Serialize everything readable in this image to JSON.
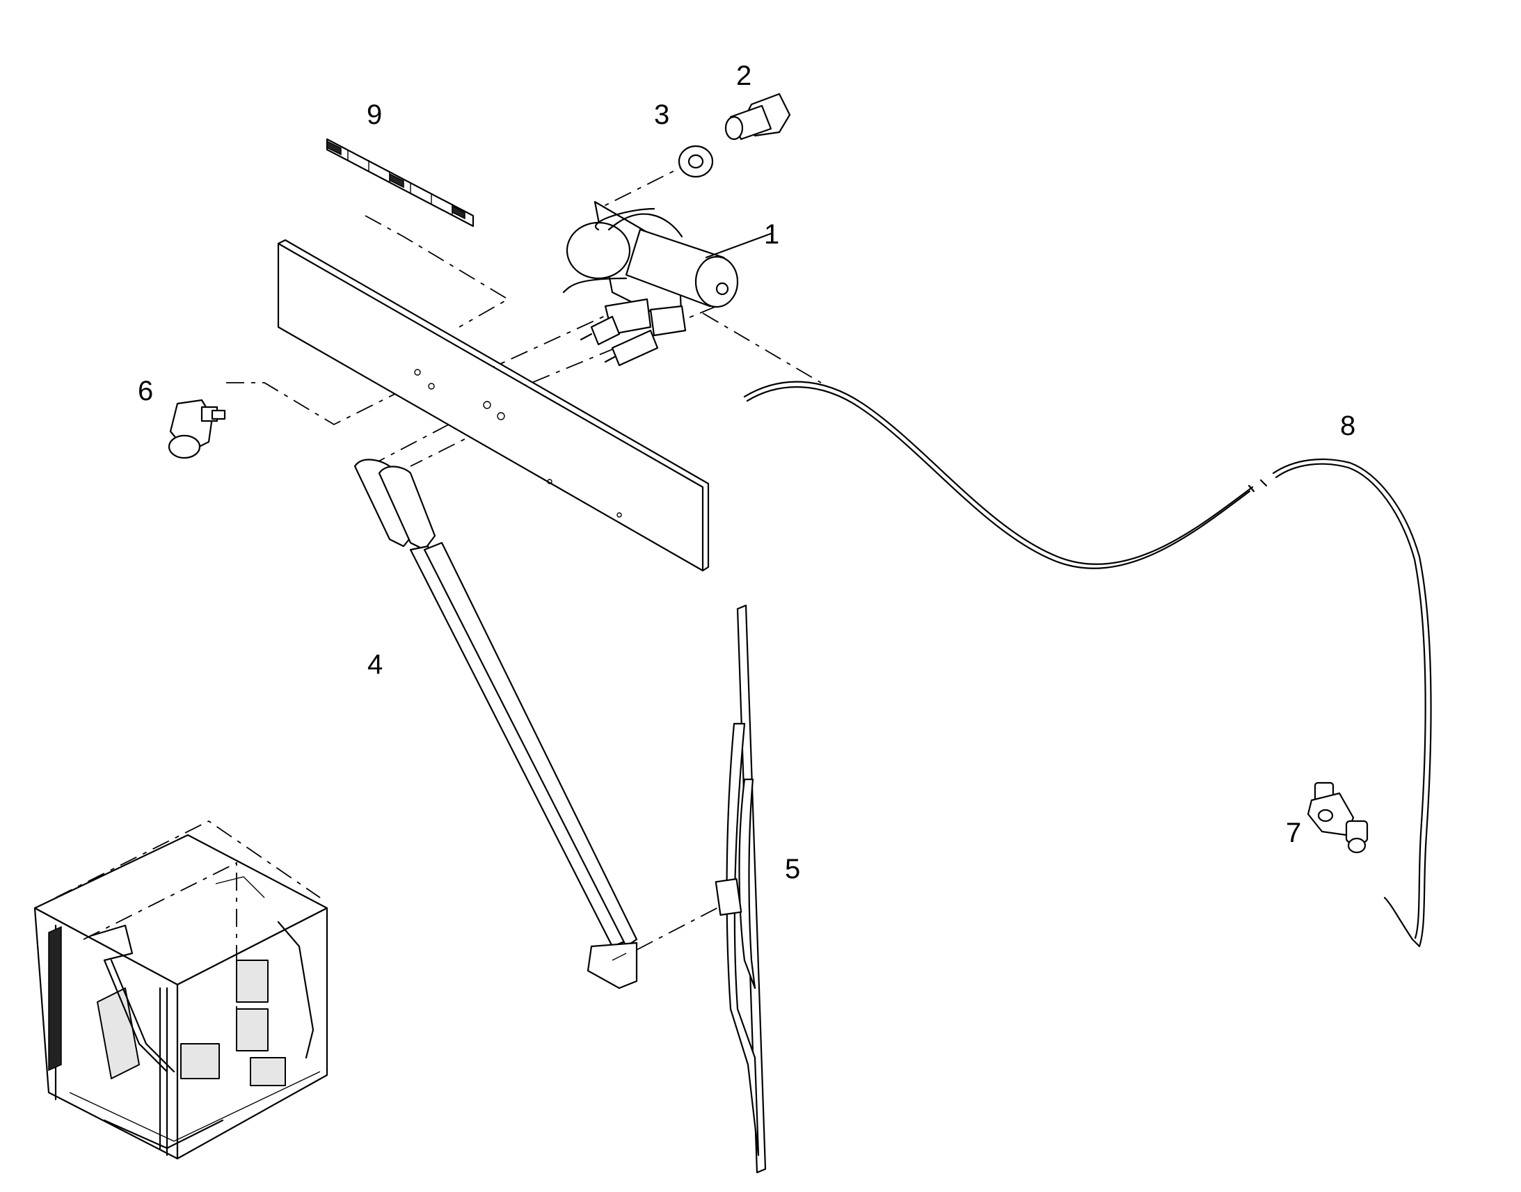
{
  "callouts": [
    {
      "id": "1",
      "text": "1"
    },
    {
      "id": "2",
      "text": "2"
    },
    {
      "id": "3",
      "text": "3"
    },
    {
      "id": "4",
      "text": "4"
    },
    {
      "id": "5",
      "text": "5"
    },
    {
      "id": "6",
      "text": "6"
    },
    {
      "id": "7",
      "text": "7"
    },
    {
      "id": "8",
      "text": "8"
    },
    {
      "id": "9",
      "text": "9"
    }
  ],
  "parts": [
    {
      "ref": "1",
      "name": "wiper-motor"
    },
    {
      "ref": "2",
      "name": "bolt"
    },
    {
      "ref": "3",
      "name": "washer"
    },
    {
      "ref": "4",
      "name": "wiper-arm"
    },
    {
      "ref": "5",
      "name": "wiper-blade"
    },
    {
      "ref": "6",
      "name": "washer-nozzle"
    },
    {
      "ref": "7",
      "name": "check-valve"
    },
    {
      "ref": "8",
      "name": "washer-hose"
    },
    {
      "ref": "9",
      "name": "strip"
    }
  ]
}
